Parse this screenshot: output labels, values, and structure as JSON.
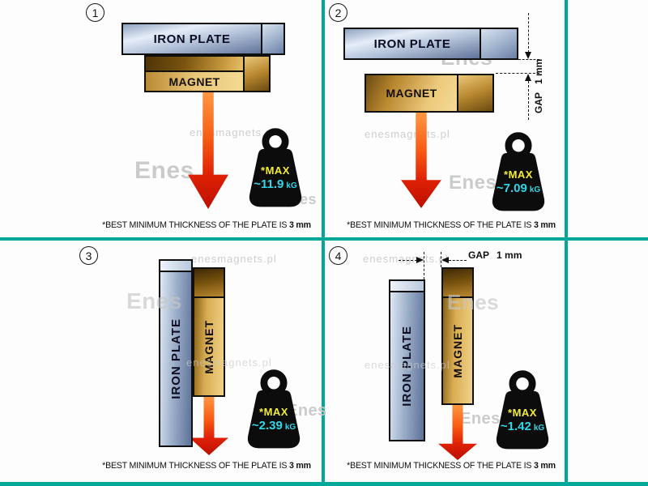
{
  "title_context": "magnet pull force comparison diagram",
  "watermarks": {
    "site": "enesmagnets.pl",
    "logo": "Enes"
  },
  "labels": {
    "iron_plate": "IRON PLATE",
    "magnet": "MAGNET",
    "max": "*MAX"
  },
  "gap": {
    "label": "GAP",
    "value": "1 mm"
  },
  "caption": {
    "prefix": "*BEST MINIMUM THICKNESS OF THE PLATE IS ",
    "bold": "3 mm"
  },
  "panels": [
    {
      "number": "1",
      "value": "~11.9",
      "unit": "kG",
      "configuration": "plate on top of magnet, no gap"
    },
    {
      "number": "2",
      "value": "~7.09",
      "unit": "kG",
      "configuration": "plate above magnet, gap 1 mm"
    },
    {
      "number": "3",
      "value": "~2.39",
      "unit": "kG",
      "configuration": "vertical plate and magnet touching"
    },
    {
      "number": "4",
      "value": "~1.42",
      "unit": "kG",
      "configuration": "vertical plate and magnet, gap 1 mm"
    }
  ],
  "colors": {
    "divider": "#00a79b",
    "max_text": "#f3ec36",
    "value_text": "#30d7e8",
    "arrow": "#e02206",
    "plate": "#9db0ca",
    "magnet": "#d8ac52",
    "weight_body": "#0c0c0c"
  }
}
